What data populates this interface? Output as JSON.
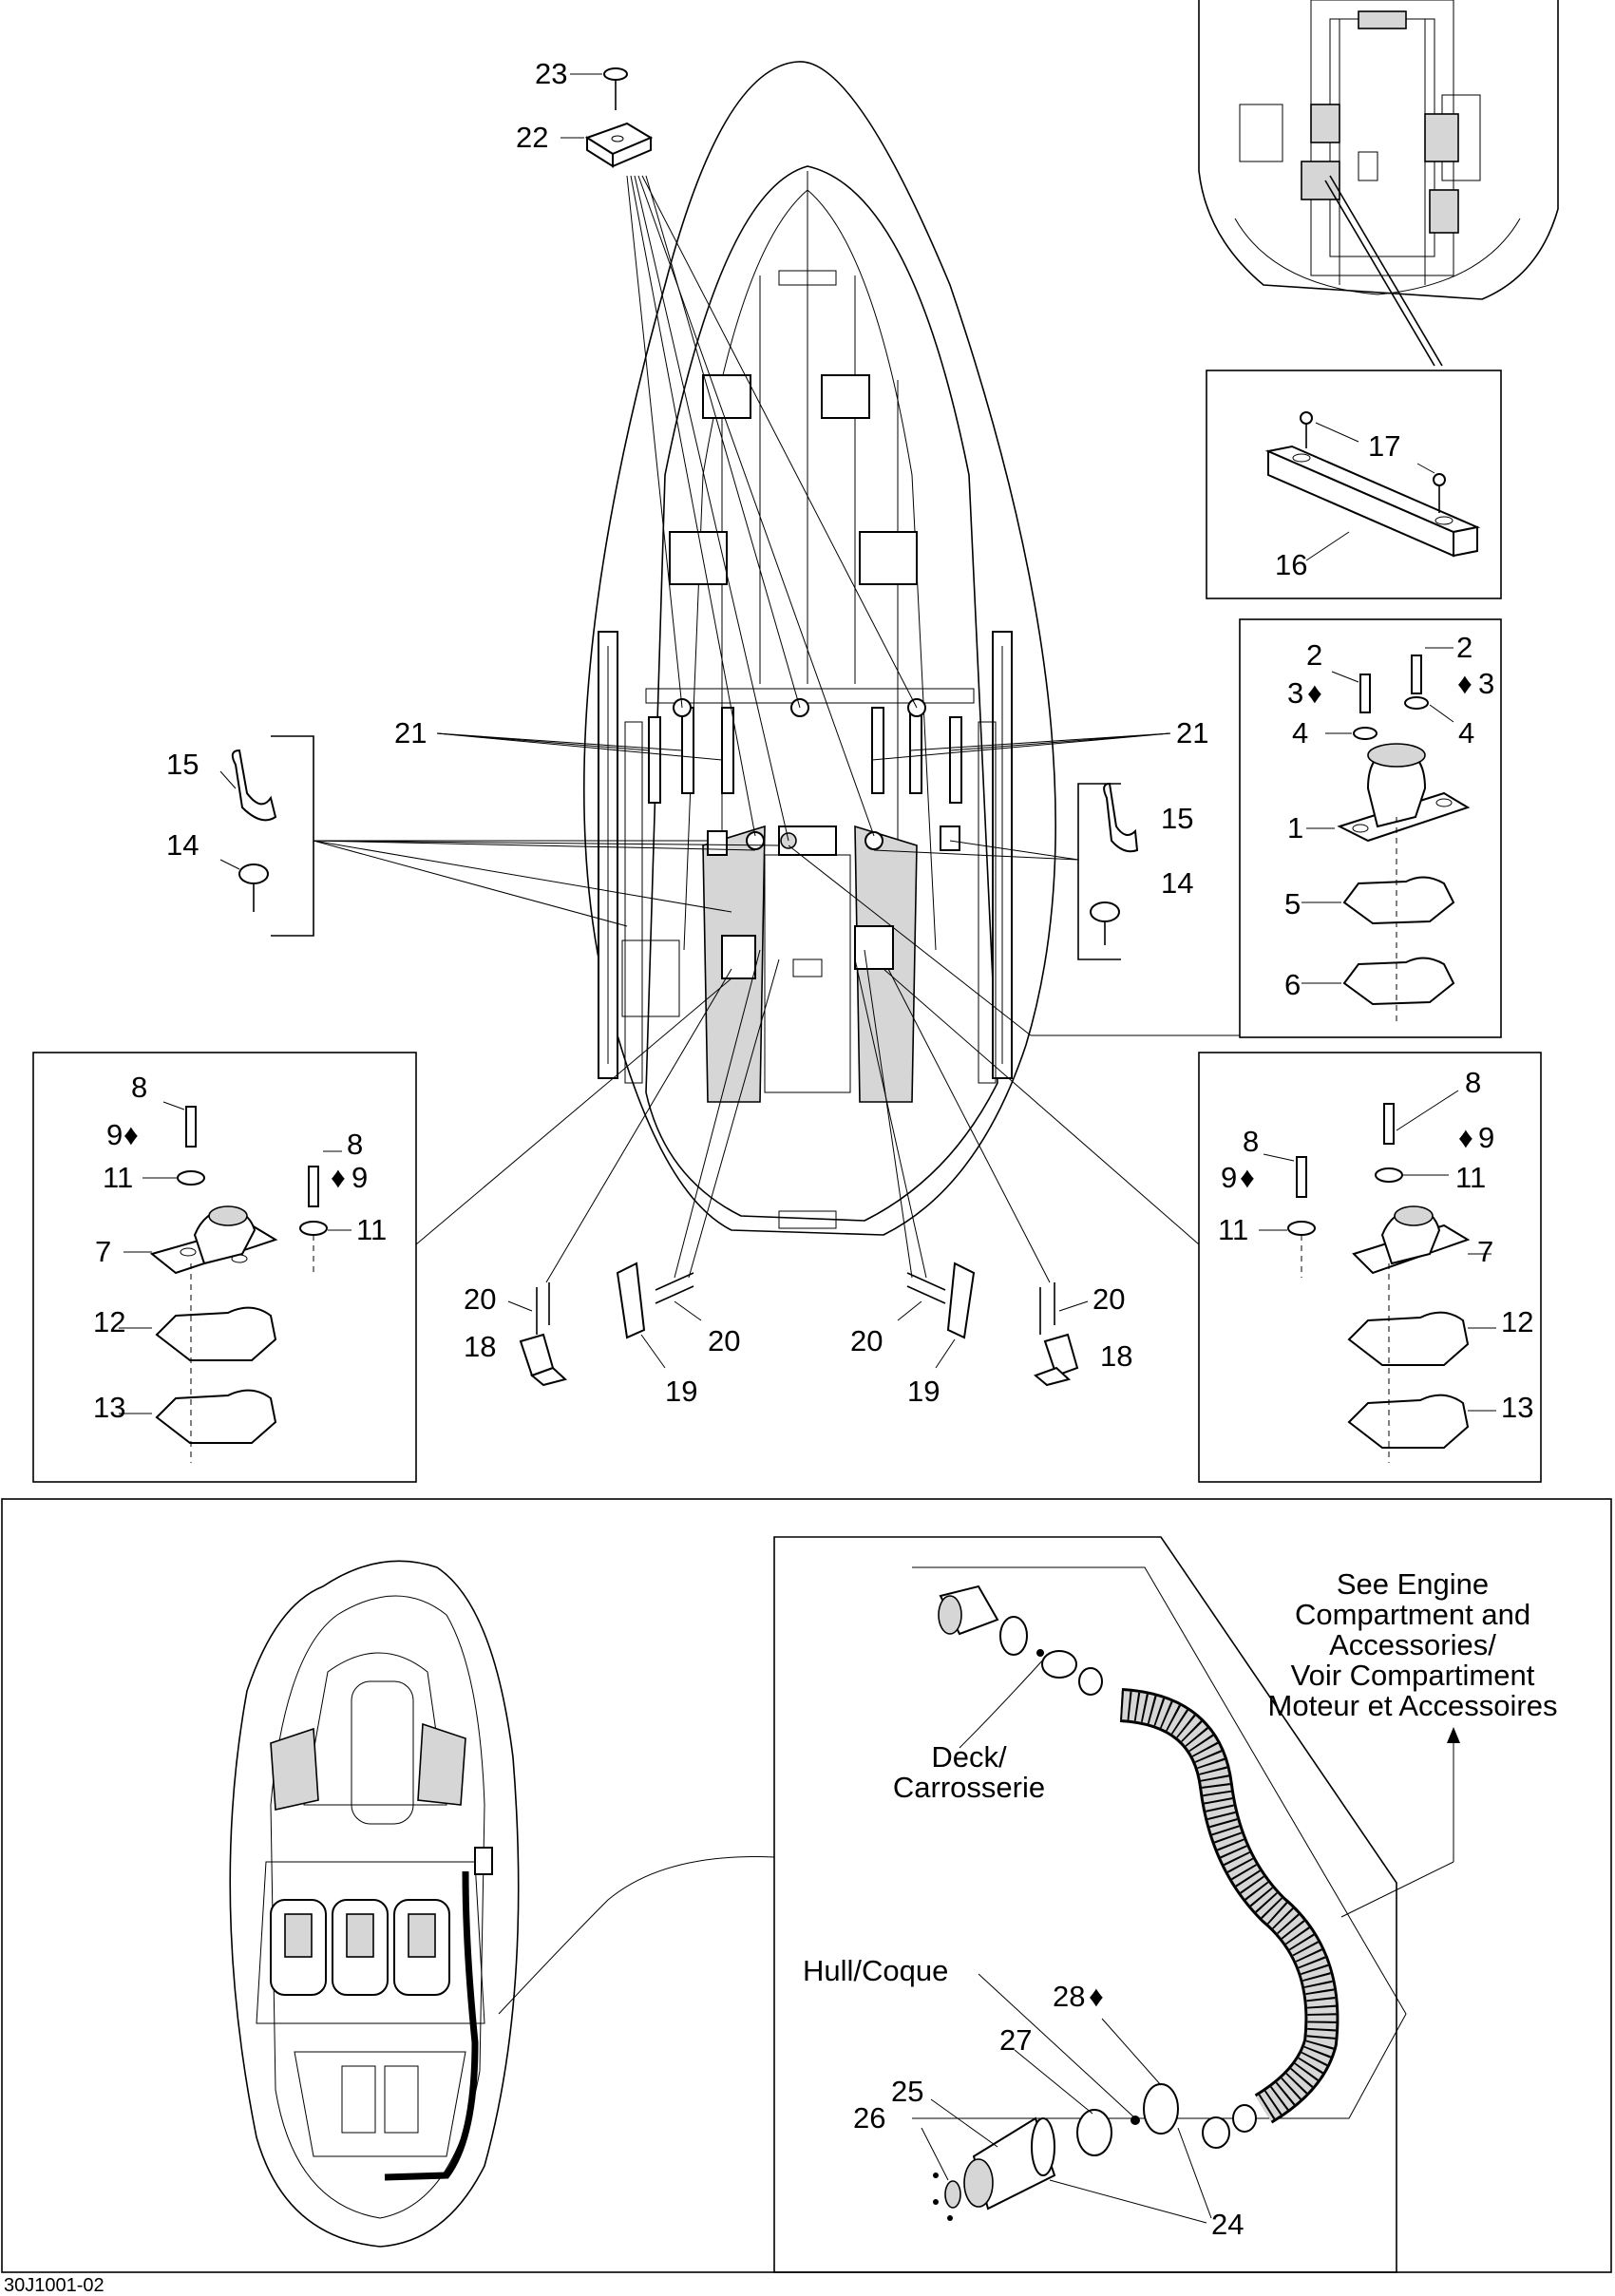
{
  "diagram": {
    "callouts": {
      "c1": "1",
      "c2a": "2",
      "c2b": "2",
      "c3a": "3",
      "c3b": "3",
      "c4a": "4",
      "c4b": "4",
      "c5": "5",
      "c6": "6",
      "c7a": "7",
      "c7b": "7",
      "c8a": "8",
      "c8b": "8",
      "c8c": "8",
      "c8d": "8",
      "c9a": "9",
      "c9b": "9",
      "c9c": "9",
      "c9d": "9",
      "c11a": "11",
      "c11b": "11",
      "c11c": "11",
      "c11d": "11",
      "c12a": "12",
      "c12b": "12",
      "c13a": "13",
      "c13b": "13",
      "c14a": "14",
      "c14b": "14",
      "c15a": "15",
      "c15b": "15",
      "c16": "16",
      "c17": "17",
      "c18a": "18",
      "c18b": "18",
      "c19a": "19",
      "c19b": "19",
      "c20a": "20",
      "c20b": "20",
      "c20c": "20",
      "c20d": "20",
      "c21a": "21",
      "c21b": "21",
      "c22": "22",
      "c23": "23",
      "c24": "24",
      "c25": "25",
      "c26": "26",
      "c27": "27",
      "c28": "28"
    },
    "notes": {
      "see_engine_1": "See Engine",
      "see_engine_2": "Compartment and",
      "see_engine_3": "Accessories/",
      "see_engine_4": "Voir Compartiment",
      "see_engine_5": "Moteur et Accessoires",
      "deck_1": "Deck/",
      "deck_2": "Carrosserie",
      "hull": "Hull/Coque"
    },
    "figure_code": "30J1001-02"
  }
}
